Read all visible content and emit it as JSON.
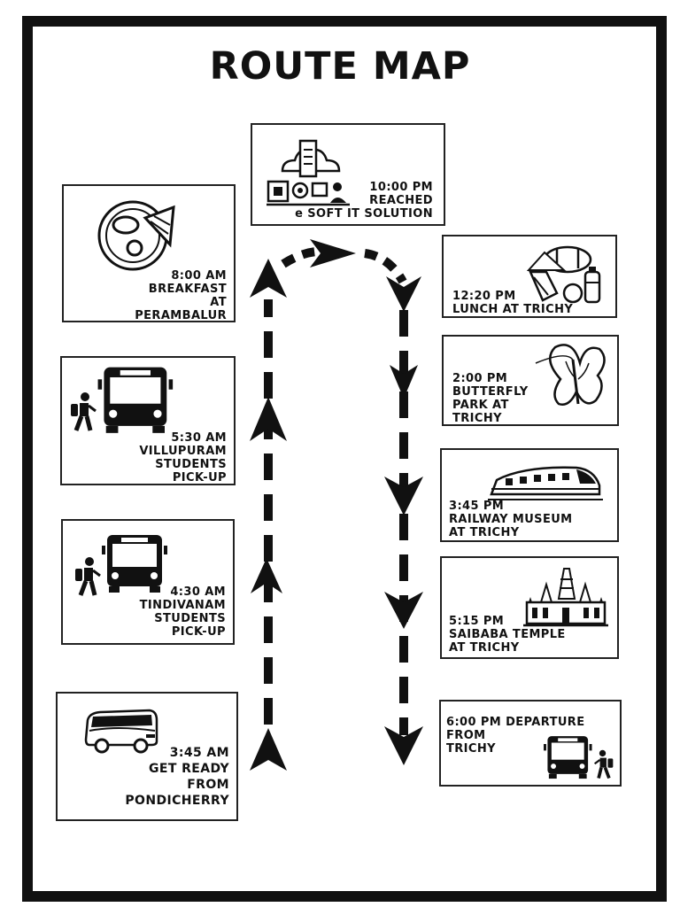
{
  "title": "ROUTE MAP",
  "stops": {
    "pondicherry": {
      "time": "3:45 AM",
      "line1": "GET READY",
      "line2": "FROM",
      "line3": "PONDICHERRY",
      "icon": "tour-bus-icon"
    },
    "tindivanam": {
      "time": "4:30 AM",
      "line1": "TINDIVANAM",
      "line2": "STUDENTS",
      "line3": "PICK-UP",
      "icon": "bus-icon"
    },
    "villupuram": {
      "time": "5:30 AM",
      "line1": "VILLUPURAM",
      "line2": "STUDENTS",
      "line3": "PICK-UP",
      "icon": "bus-icon"
    },
    "perambalur": {
      "time": "8:00 AM",
      "line1": "BREAKFAST",
      "line2": "AT",
      "line3": "PERAMBALUR",
      "icon": "breakfast-plate-icon"
    },
    "esoft": {
      "time": "10:00 PM",
      "line1": "REACHED",
      "line2": "e SOFT IT SOLUTION",
      "icon": "it-technology-icon"
    },
    "lunch": {
      "time": "12:20 PM",
      "line1": "LUNCH AT TRICHY",
      "icon": "lunch-meal-icon"
    },
    "butterfly": {
      "time": "2:00 PM",
      "line1": "BUTTERFLY",
      "line2": "PARK AT",
      "line3": "TRICHY",
      "icon": "butterfly-icon"
    },
    "railway": {
      "time": "3:45 PM",
      "line1": "RAILWAY MUSEUM",
      "line2": "AT TRICHY",
      "icon": "train-icon"
    },
    "saibaba": {
      "time": "5:15 PM",
      "line1": "SAIBABA TEMPLE",
      "line2": "AT TRICHY",
      "icon": "temple-icon"
    },
    "departure": {
      "time": "6:00 PM",
      "line1": "DEPARTURE",
      "line2": "FROM",
      "line3": "TRICHY",
      "icon": "bus-icon"
    }
  },
  "colors": {
    "ink": "#111111",
    "background": "#ffffff"
  }
}
